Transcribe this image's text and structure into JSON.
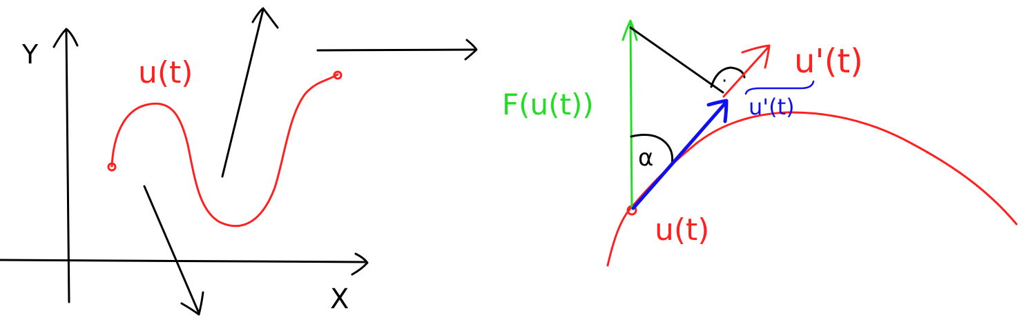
{
  "colors": {
    "background": "#ffffff",
    "ink": "#000000",
    "curve": "#ff0000",
    "force": "#00cc00",
    "tangent": "#0000ff"
  },
  "left_figure": {
    "y_axis_label": "Y",
    "x_axis_label": "X",
    "curve_label": "u(t)"
  },
  "right_figure": {
    "derivative_label": "u'(t)",
    "force_label": "F(u(t))",
    "tangent_label": "u'(t)",
    "angle_label": "α",
    "right_angle_mark": "·",
    "point_label": "u(t)"
  }
}
